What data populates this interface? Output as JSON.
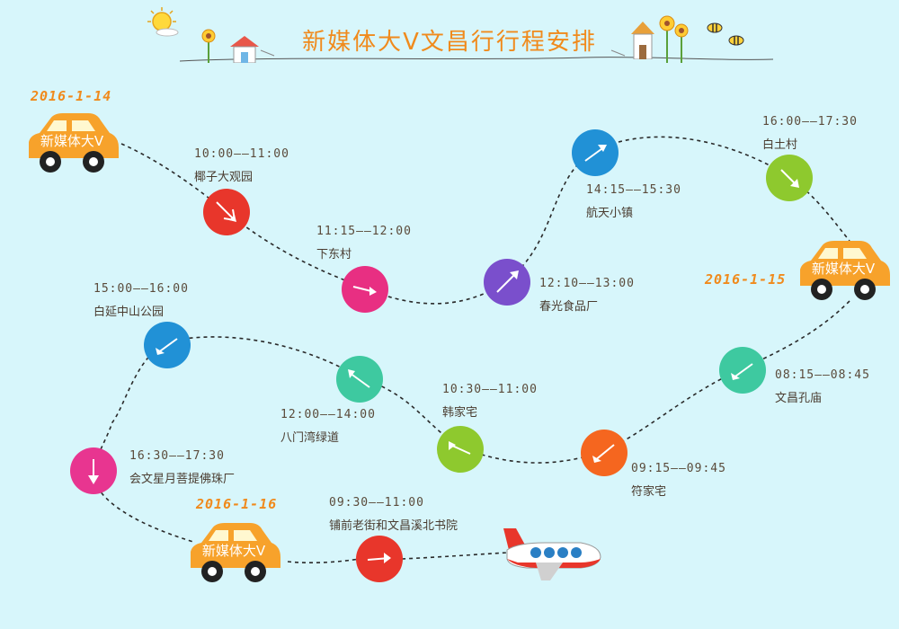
{
  "title": "新媒体大V文昌行行程安排",
  "car_label": "新媒体大V",
  "dates": {
    "day1": "2016-1-14",
    "day2": "2016-1-15",
    "day3": "2016-1-16"
  },
  "stops": [
    {
      "time": "10:00——11:00",
      "place": "椰子大观园",
      "color": "#e8362b"
    },
    {
      "time": "11:15——12:00",
      "place": "下东村",
      "color": "#e82f82"
    },
    {
      "time": "12:10——13:00",
      "place": "春光食品厂",
      "color": "#7a4fcc"
    },
    {
      "time": "14:15——15:30",
      "place": "航天小镇",
      "color": "#2191d6"
    },
    {
      "time": "16:00——17:30",
      "place": "白土村",
      "color": "#8ec92e"
    },
    {
      "time": "08:15——08:45",
      "place": "文昌孔庙",
      "color": "#3ec9a0"
    },
    {
      "time": "09:15——09:45",
      "place": "符家宅",
      "color": "#f5661f"
    },
    {
      "time": "10:30——11:00",
      "place": "韩家宅",
      "color": "#8ec92e"
    },
    {
      "time": "12:00——14:00",
      "place": "八门湾绿道",
      "color": "#3ec9a0"
    },
    {
      "time": "15:00——16:00",
      "place": "白延中山公园",
      "color": "#2191d6"
    },
    {
      "time": "16:30——17:30",
      "place": "会文星月菩提佛珠厂",
      "color": "#e83590"
    },
    {
      "time": "09:30——11:00",
      "place": "铺前老街和文昌溪北书院",
      "color": "#e8362b"
    }
  ],
  "colors": {
    "background": "#d7f6fb",
    "accent": "#f08a1c",
    "car": "#f7a22b"
  },
  "icons": {
    "car": "car-icon",
    "plane": "airplane-icon",
    "sun": "sun-icon",
    "flower": "flower-icon",
    "house": "house-icon",
    "bee": "bee-icon"
  }
}
